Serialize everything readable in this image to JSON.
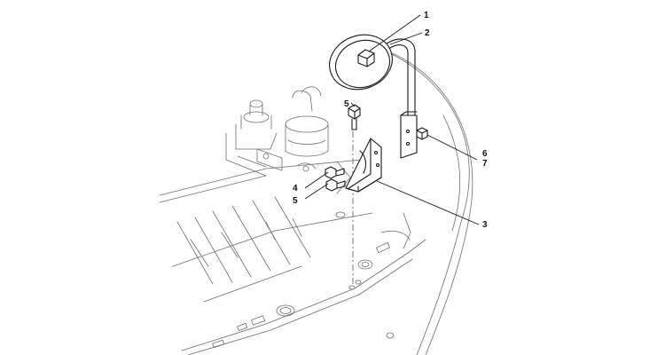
{
  "callouts": [
    {
      "id": "c1",
      "label": "1"
    },
    {
      "id": "c2",
      "label": "2"
    },
    {
      "id": "c3",
      "label": "3"
    },
    {
      "id": "c4",
      "label": "4"
    },
    {
      "id": "c5a",
      "label": "5"
    },
    {
      "id": "c5b",
      "label": "5"
    },
    {
      "id": "c6",
      "label": "6"
    },
    {
      "id": "c7",
      "label": "7"
    }
  ]
}
